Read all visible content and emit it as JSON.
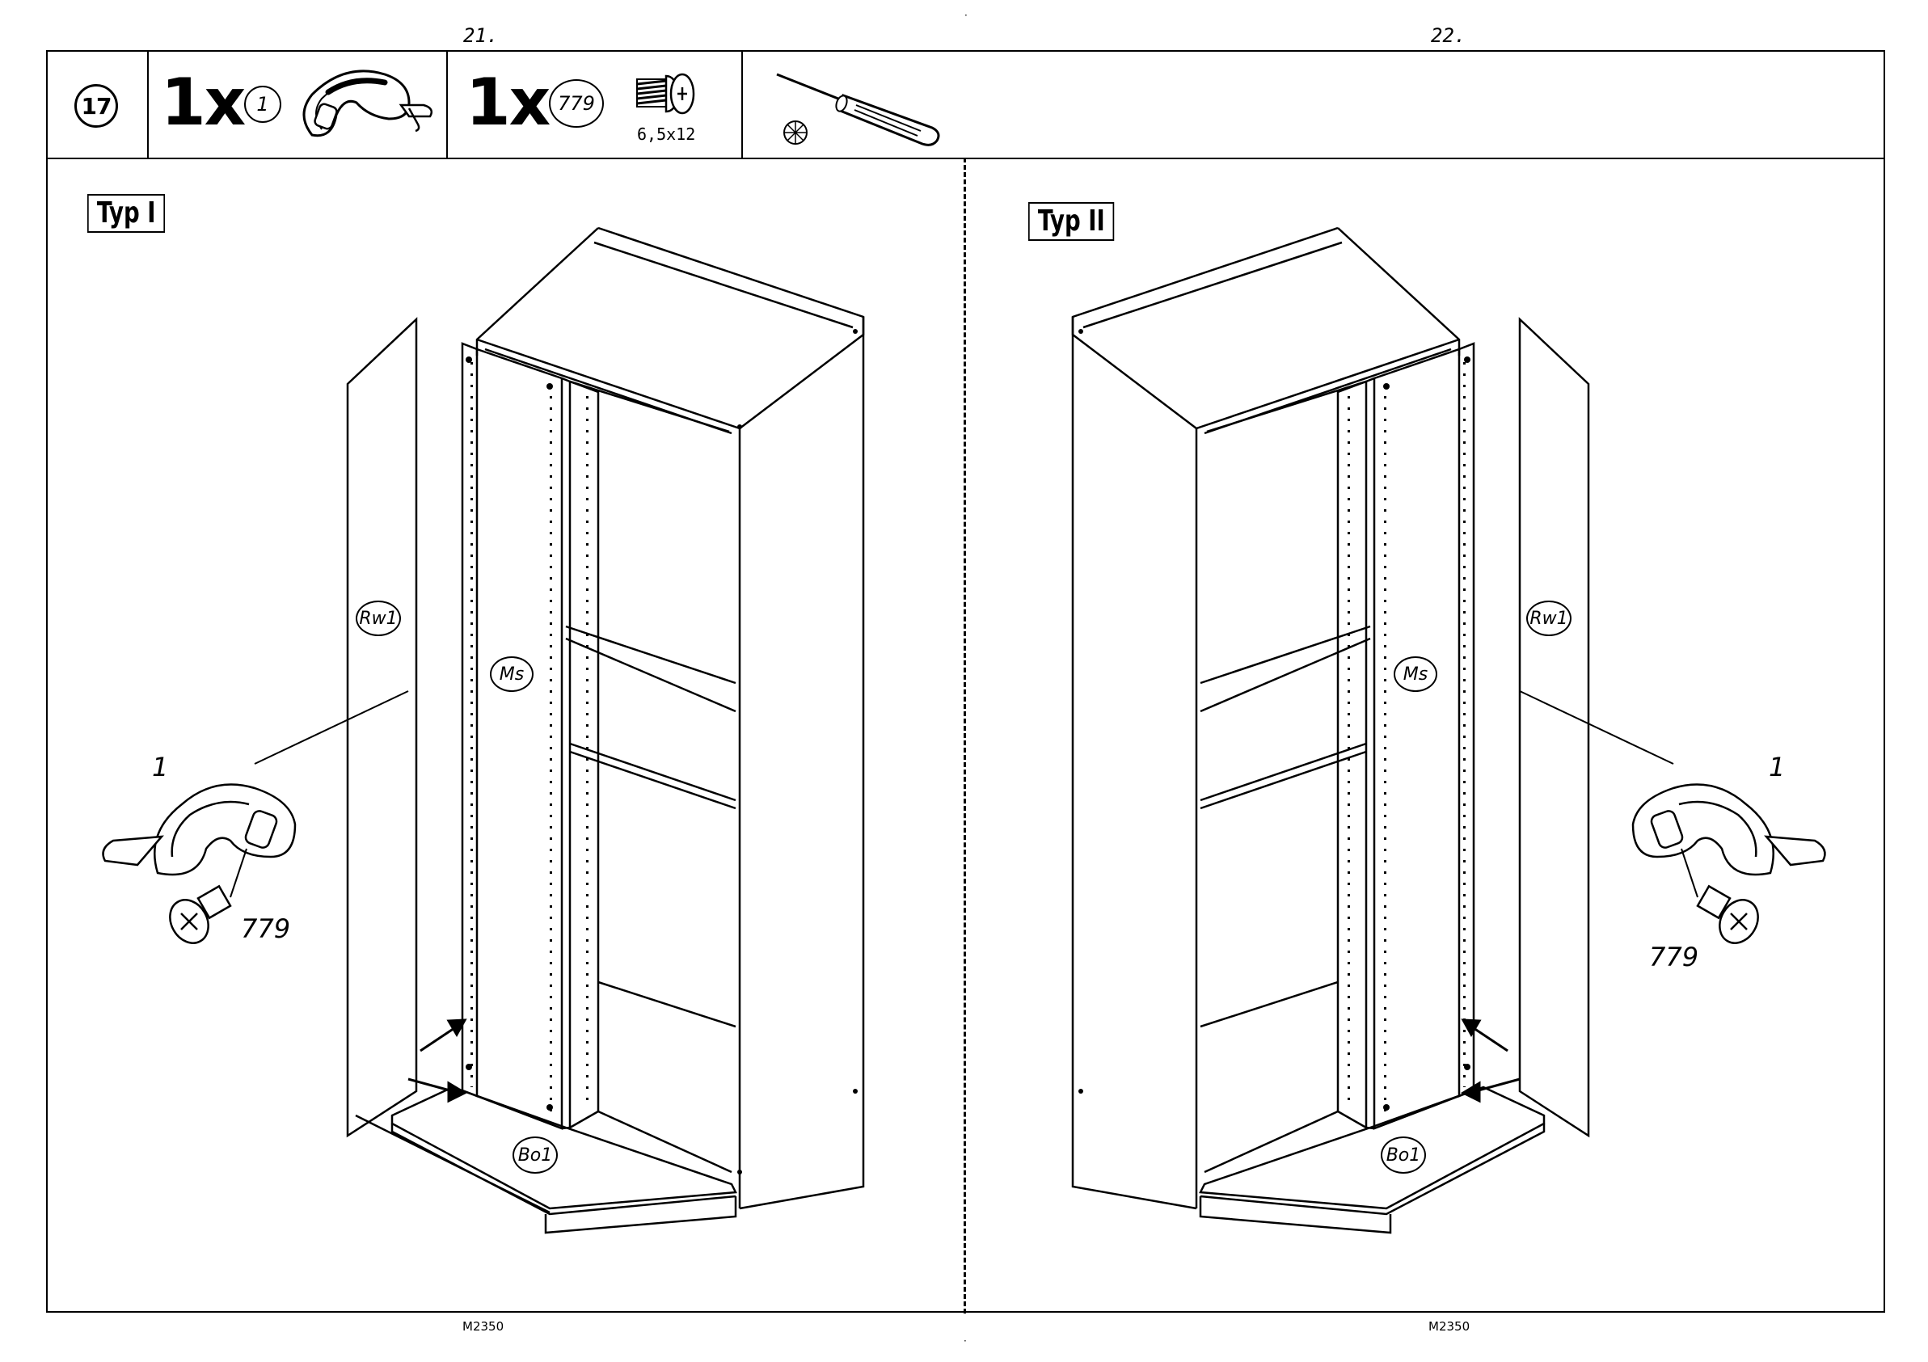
{
  "page": {
    "left_page_number": "21.",
    "right_page_number": "22.",
    "left_code": "M2350",
    "right_code": "M2350"
  },
  "header": {
    "step_number": "17",
    "parts": [
      {
        "quantity": "1x",
        "part_id": "1",
        "icon": "cam-lock-fitting-icon"
      },
      {
        "quantity": "1x",
        "part_id": "779",
        "icon": "screw-icon",
        "size": "6,5x12"
      }
    ],
    "tools": [
      {
        "icon": "phillips-screwdriver-icon"
      }
    ]
  },
  "left_panel": {
    "title": "Typ I",
    "labels": {
      "back_panel": "Rw1",
      "middle_side": "Ms",
      "bottom": "Bo1",
      "fitting": "1",
      "screw": "779"
    }
  },
  "right_panel": {
    "title": "Typ II",
    "labels": {
      "back_panel": "Rw1",
      "middle_side": "Ms",
      "bottom": "Bo1",
      "fitting": "1",
      "screw": "779"
    }
  }
}
